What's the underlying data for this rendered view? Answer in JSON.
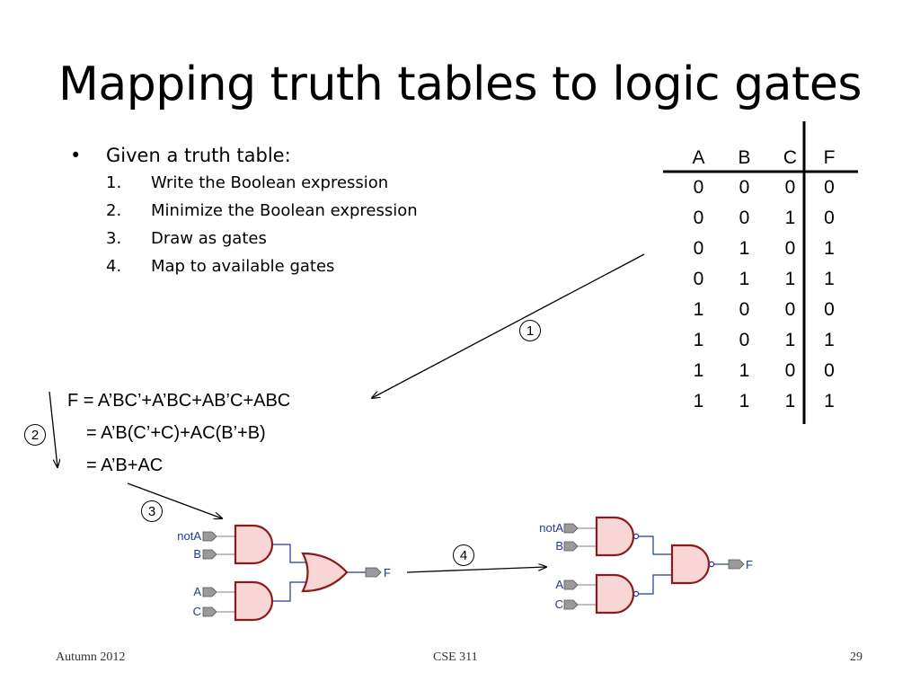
{
  "title": "Mapping truth tables to logic gates",
  "bullets": {
    "main": "Given a truth table:",
    "steps": [
      {
        "num": "1.",
        "text": "Write the Boolean expression"
      },
      {
        "num": "2.",
        "text": "Minimize the Boolean expression"
      },
      {
        "num": "3.",
        "text": "Draw as gates"
      },
      {
        "num": "4.",
        "text": "Map to available gates"
      }
    ]
  },
  "truth_table": {
    "headers": [
      "A",
      "B",
      "C",
      "F"
    ],
    "rows": [
      [
        "0",
        "0",
        "0",
        "0"
      ],
      [
        "0",
        "0",
        "1",
        "0"
      ],
      [
        "0",
        "1",
        "0",
        "1"
      ],
      [
        "0",
        "1",
        "1",
        "1"
      ],
      [
        "1",
        "0",
        "0",
        "0"
      ],
      [
        "1",
        "0",
        "1",
        "1"
      ],
      [
        "1",
        "1",
        "0",
        "0"
      ],
      [
        "1",
        "1",
        "1",
        "1"
      ]
    ]
  },
  "expressions": {
    "line1": "F = A’BC’+A’BC+AB’C+ABC",
    "line2": "= A’B(C’+C)+AC(B’+B)",
    "line3": "= A’B+AC"
  },
  "steps_markers": {
    "one": "1",
    "two": "2",
    "three": "3",
    "four": "4"
  },
  "circuit_left": {
    "inputs": [
      "notA",
      "B",
      "A",
      "C"
    ],
    "output": "F"
  },
  "circuit_right": {
    "inputs": [
      "notA",
      "B",
      "A",
      "C"
    ],
    "output": "F"
  },
  "footer": {
    "left": "Autumn 2012",
    "center": "CSE 311",
    "right": "29"
  },
  "colors": {
    "gate_fill": "#f9d6d6",
    "gate_stroke": "#8b1a1a",
    "wire": "#1f3a93",
    "label": "#1f3a93",
    "pin": "#9a9a9a"
  }
}
